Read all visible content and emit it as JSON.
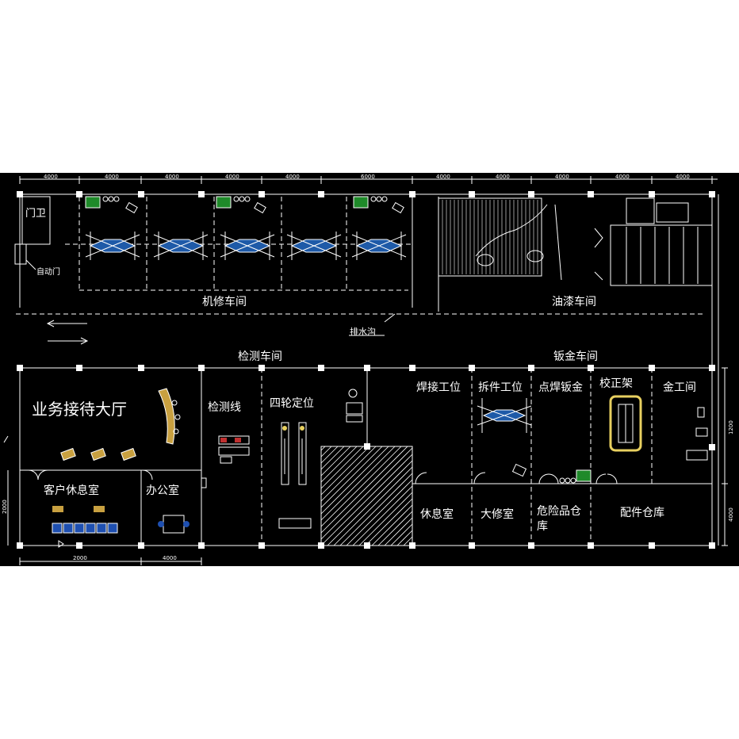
{
  "labels": {
    "gate": "门卫",
    "auto_door": "自动门",
    "mech_workshop": "机修车间",
    "paint_workshop": "油漆车间",
    "drain": "排水沟",
    "inspect_workshop": "检测车间",
    "sheet_workshop": "钣金车间",
    "reception_hall": "业务接待大厅",
    "inspect_line": "检测线",
    "wheel_align": "四轮定位",
    "weld_station": "焊接工位",
    "dismantle_station": "拆件工位",
    "spot_weld": "点焊钣金",
    "calib_frame": "校正架",
    "metal_room": "金工间",
    "customer_lounge": "客户休息室",
    "office": "办公室",
    "rest_room": "休息室",
    "overhaul_room": "大修室",
    "hazmat_store": "危险品仓库",
    "parts_store": "配件仓库"
  },
  "dimensions": {
    "top": [
      "4000",
      "4000",
      "4000",
      "4000",
      "4000",
      "6000",
      "4000",
      "4000",
      "4000",
      "4000",
      "4000"
    ],
    "bottom": [
      "2000",
      "4000"
    ],
    "right": [
      "1200",
      "4000"
    ],
    "left": [
      "2000"
    ]
  },
  "colors": {
    "background": "#000000",
    "lines": "#ffffff",
    "lift_blue": "#1e5aa8",
    "equipment_green": "#1f8a2a",
    "desk_gold": "#c8a040",
    "chair_blue": "#1e4fb0",
    "frame_yellow": "#e8d060"
  }
}
